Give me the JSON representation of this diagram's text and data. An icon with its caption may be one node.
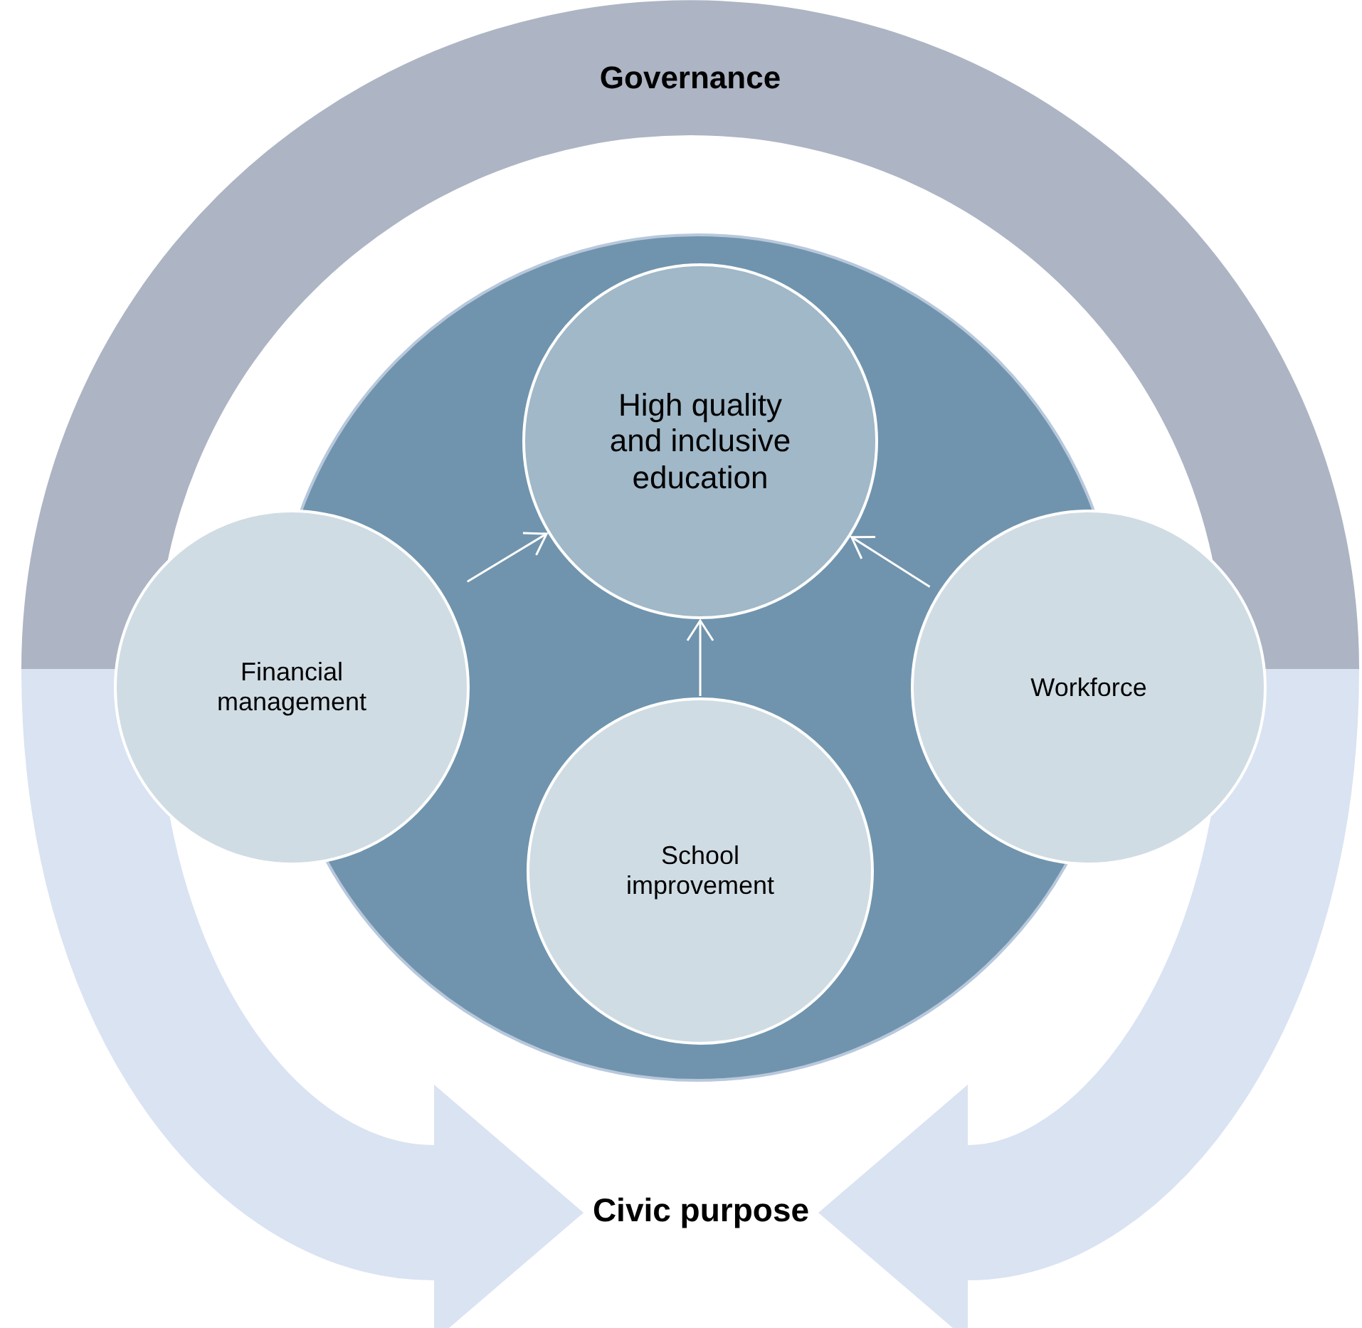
{
  "diagram": {
    "nodes": [
      {
        "text": [
          "Governance"
        ]
      },
      {
        "text": [
          "High quality and inclusive education"
        ]
      },
      {
        "text": [
          "Financial management"
        ]
      },
      {
        "text": [
          "Workforce"
        ]
      },
      {
        "text": [
          "School improvement"
        ]
      },
      {
        "text": [
          "Civic purpose"
        ]
      }
    ],
    "edges": [
      {
        "from": 2,
        "to": 1,
        "arrow": "to"
      },
      {
        "from": 4,
        "to": 1,
        "arrow": "to"
      },
      {
        "from": 3,
        "to": 1,
        "arrow": "to"
      },
      {
        "from": 0,
        "to": 5,
        "arrow": "to",
        "style": "thick",
        "color": "#dae3f2"
      },
      {
        "from": 0,
        "to": 5,
        "arrow": "to",
        "style": "thick",
        "color": "#dae3f2"
      }
    ]
  }
}
